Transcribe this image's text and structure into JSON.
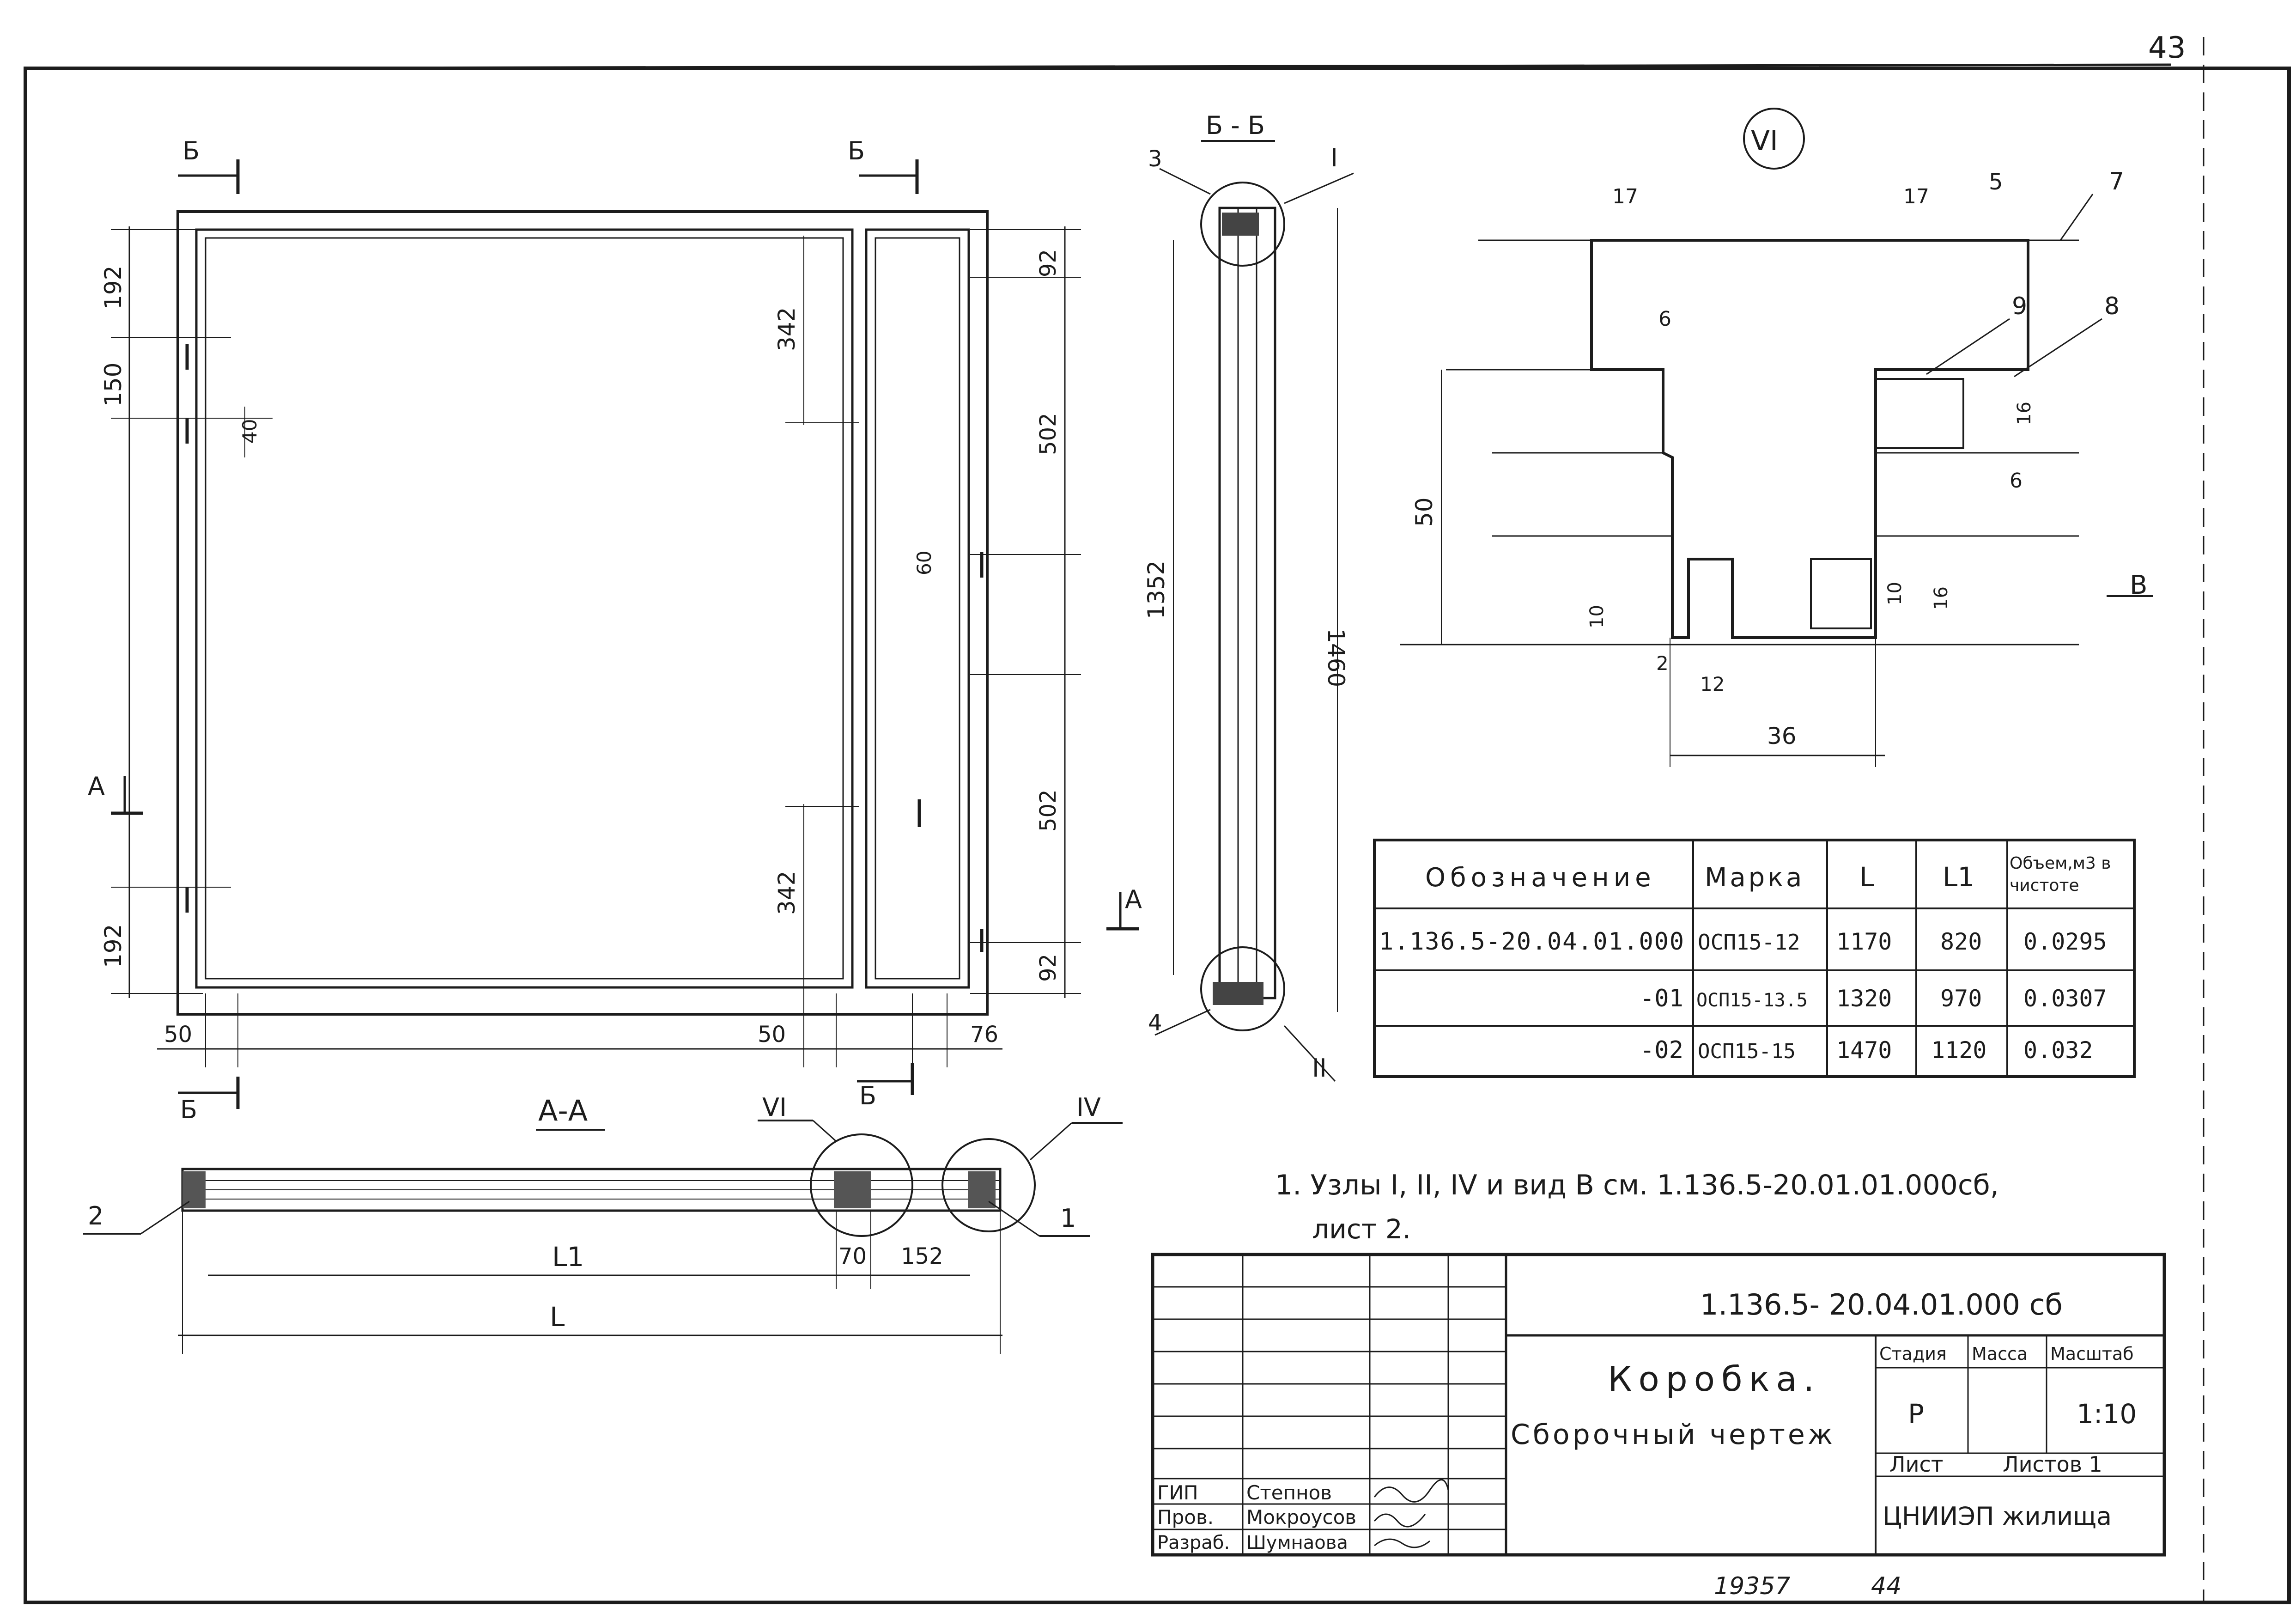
{
  "sheet_number": "43",
  "bottom_numbers": {
    "left": "19357",
    "right": "44"
  },
  "drawing": {
    "section_labels": {
      "bb": "Б - Б",
      "aa": "А-А",
      "b": "Б",
      "a": "А",
      "v": "В"
    },
    "node_labels": {
      "n1": "I",
      "n2": "II",
      "n4": "IV",
      "n6": "VI",
      "n6_circle": "VI"
    },
    "callouts": {
      "c1": "1",
      "c2": "2",
      "c3": "3",
      "c4": "4",
      "c5": "5",
      "c7": "7",
      "c8": "8",
      "c9": "9"
    },
    "dims": {
      "d192a": "192",
      "d150": "150",
      "d40": "40",
      "d342a": "342",
      "d92a": "92",
      "d502a": "502",
      "d60": "60",
      "d502b": "502",
      "d342b": "342",
      "d192b": "192",
      "d92b": "92",
      "d50a": "50",
      "d50b": "50",
      "d76": "76",
      "d1352": "1352",
      "d1460": "1460",
      "d70": "70",
      "d152": "152",
      "dL1": "L1",
      "dL": "L",
      "d17a": "17",
      "d17b": "17",
      "d6a": "6",
      "d6b": "6",
      "d50c": "50",
      "d10a": "10",
      "d10b": "10",
      "d16a": "16",
      "d16b": "16",
      "d2": "2",
      "d12": "12",
      "d36": "36"
    }
  },
  "spec_table": {
    "headers": [
      "Обозначение",
      "Марка",
      "L",
      "L1",
      "Объем,м3 в чистоте"
    ],
    "rows": [
      [
        "1.136.5-20.04.01.000",
        "ОСП15-12",
        "1170",
        "820",
        "0.0295"
      ],
      [
        "-01",
        "ОСП15-13.5",
        "1320",
        "970",
        "0.0307"
      ],
      [
        "-02",
        "ОСП15-15",
        "1470",
        "1120",
        "0.032"
      ]
    ]
  },
  "note": {
    "line1": "1. Узлы I, II, IV и вид В см. 1.136.5-20.01.01.000сб,",
    "line2": "лист 2."
  },
  "title_block": {
    "code": "1.136.5- 20.04.01.000 сб",
    "title": "Коробка.",
    "subtitle": "Сборочный чертеж",
    "stage_header": "Стадия",
    "mass_header": "Масса",
    "scale_header": "Масштаб",
    "stage": "Р",
    "mass": "",
    "scale": "1:10",
    "sheet_label": "Лист",
    "sheets_label": "Листов 1",
    "org": "ЦНИИЭП жилища",
    "people": [
      {
        "role": "ГИП",
        "name": "Степнов"
      },
      {
        "role": "Пров.",
        "name": "Мокроусов"
      },
      {
        "role": "Разраб.",
        "name": "Шумнаова"
      }
    ]
  }
}
